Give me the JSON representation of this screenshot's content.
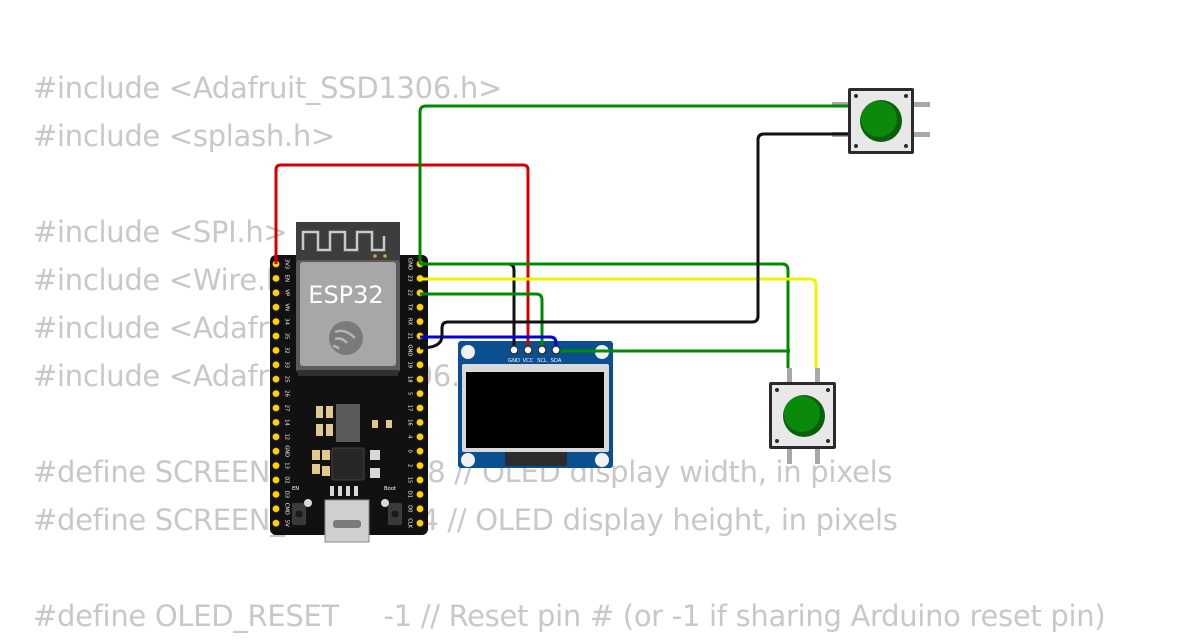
{
  "code_lines": [
    "#include <Adafruit_SSD1306.h>",
    "#include <splash.h>",
    "",
    "#include <SPI.h>",
    "#include <Wire.h>",
    "#include <Adafruit_GFX.h>",
    "#include <Adafruit_SSD1306.h>",
    "",
    "#define SCREEN_WIDTH 128 // OLED display width, in pixels",
    "#define SCREEN_HEIGHT 64 // OLED display height, in pixels",
    "",
    "#define OLED_RESET     -1 // Reset pin # (or -1 if sharing Arduino reset pin)"
  ],
  "esp32": {
    "label": "ESP32",
    "left_pins": [
      "3V3",
      "EN",
      "VP",
      "VN",
      "34",
      "35",
      "32",
      "33",
      "25",
      "26",
      "27",
      "14",
      "12",
      "GND",
      "13",
      "D2",
      "D3",
      "CMD",
      "5V"
    ],
    "right_pins": [
      "GND",
      "23",
      "22",
      "TX",
      "RX",
      "21",
      "GND",
      "19",
      "18",
      "5",
      "17",
      "16",
      "4",
      "0",
      "2",
      "15",
      "D1",
      "D0",
      "CLK"
    ],
    "en_label": "EN",
    "boot_label": "Boot"
  },
  "oled": {
    "pin_labels": [
      "GND",
      "VCC",
      "SCL",
      "SDA"
    ]
  },
  "colors": {
    "wire_red": "#d40000",
    "wire_green": "#008a00",
    "wire_black": "#111111",
    "wire_yellow": "#f2f200",
    "wire_blue": "#0000e0",
    "button_cap": "#0a8a0a",
    "oled_pcb": "#0b4f91"
  }
}
